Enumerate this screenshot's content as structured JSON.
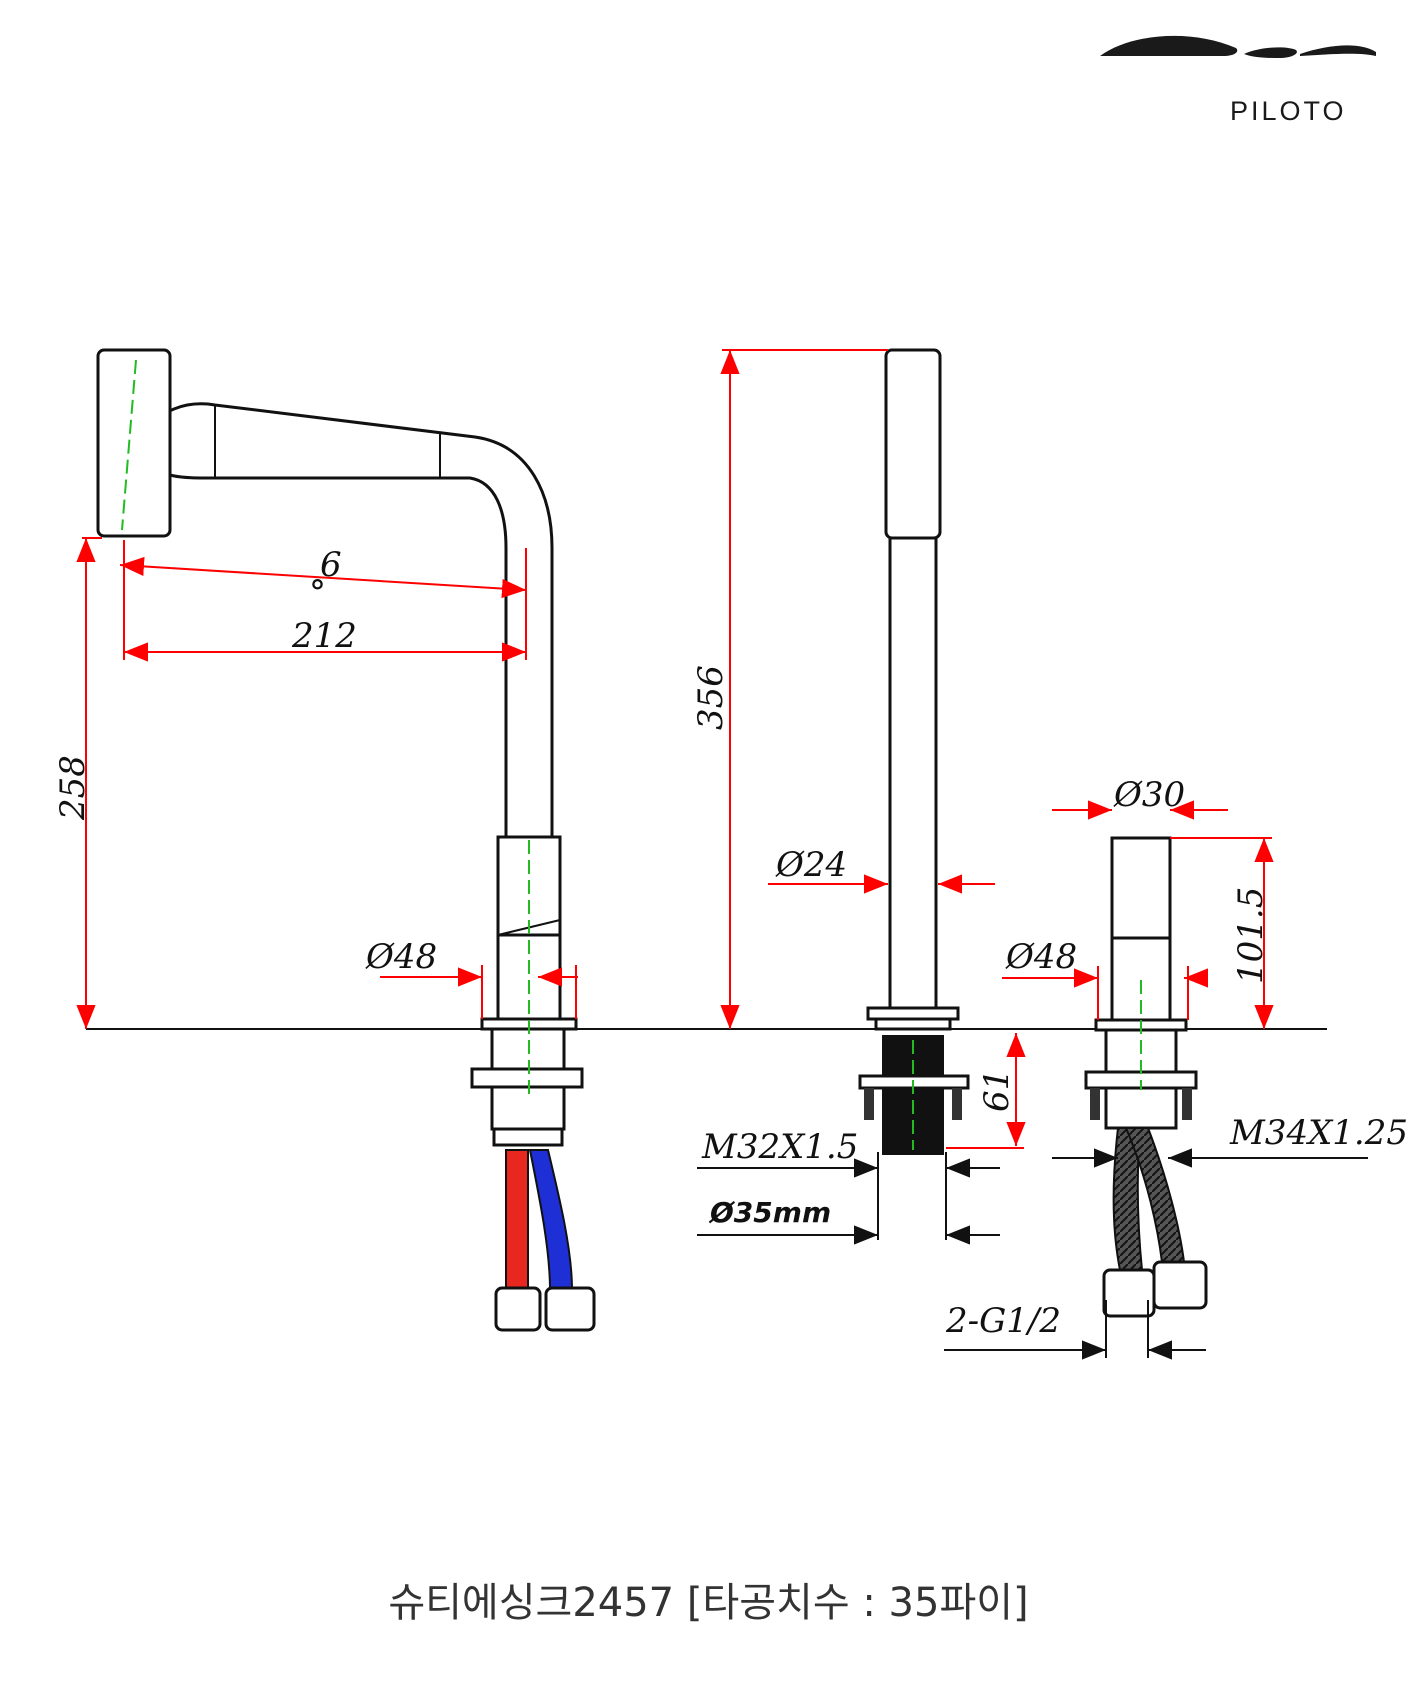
{
  "brand": {
    "name": "PILOTO"
  },
  "caption": "슈티에싱크2457 [타공치수 : 35파이]",
  "colors": {
    "dimension": "#ff0000",
    "outline": "#111111",
    "center_axis": "#22bb22",
    "hot_hose": "#e8281e",
    "cold_hose": "#1f2fd6"
  },
  "dimensions": {
    "spout_angle": "6",
    "degree": "°",
    "spout_reach": "212",
    "spout_height": "258",
    "base_left": "Ø48",
    "total_height": "356",
    "body_diameter": "Ø24",
    "handle_diameter": "Ø30",
    "handle_height": "101.5",
    "base_right": "Ø48",
    "shank_length": "61",
    "thread_center": "M32X1.5",
    "hole_size": "Ø35mm",
    "thread_right": "M34X1.25",
    "inlet": "2-G1/2"
  }
}
